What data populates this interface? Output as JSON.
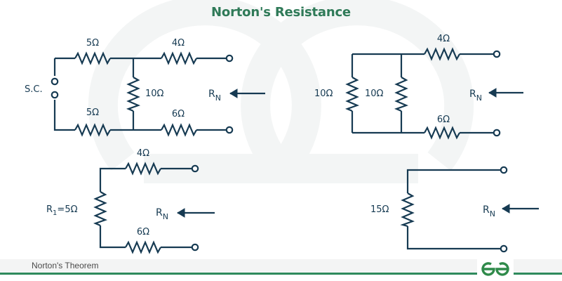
{
  "title": "Norton's Resistance",
  "footer": {
    "caption": "Norton's Theorem",
    "logo": "geeksforgeeks-logo-icon"
  },
  "colors": {
    "title": "#2f7a58",
    "wire": "#163a52",
    "accent_green": "#2f8a5c",
    "watermark": "#f4f6f6"
  },
  "circuits": [
    {
      "id": "circuit-1",
      "labels": {
        "r_top_left": "5Ω",
        "r_bottom_left": "5Ω",
        "r_middle": "10Ω",
        "r_top_right": "4Ω",
        "r_bottom_right": "6Ω",
        "short_circuit": "S.C.",
        "rn": "R",
        "rn_sub": "N"
      }
    },
    {
      "id": "circuit-2",
      "labels": {
        "r_left": "10Ω",
        "r_right": "10Ω",
        "r_top": "4Ω",
        "r_bottom": "6Ω",
        "rn": "R",
        "rn_sub": "N"
      }
    },
    {
      "id": "circuit-3",
      "labels": {
        "r1_prefix": "R",
        "r1_sub": "1",
        "r1_value": "=5Ω",
        "r_top": "4Ω",
        "r_bottom": "6Ω",
        "rn": "R",
        "rn_sub": "N"
      }
    },
    {
      "id": "circuit-4",
      "labels": {
        "r_equiv": "15Ω",
        "rn": "R",
        "rn_sub": "N"
      }
    }
  ]
}
